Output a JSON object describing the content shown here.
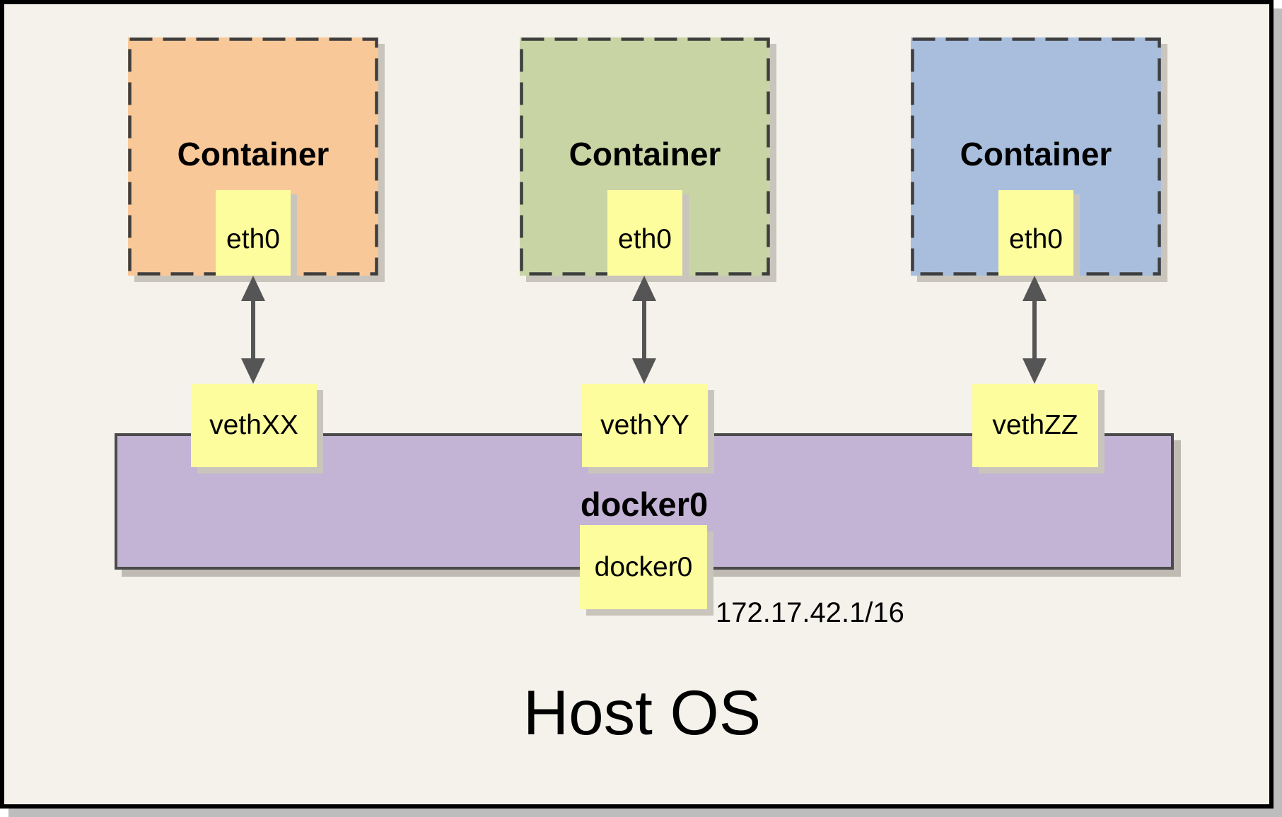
{
  "frame": {
    "background": "#F4F2EB",
    "border_color": "#000000",
    "shadow_color": "#BDBDBD"
  },
  "host": {
    "label": "Host OS"
  },
  "bridge": {
    "label": "docker0",
    "fill": "#C3B3D5",
    "border_color": "#4B4B4B",
    "interface": {
      "label": "docker0",
      "ip": "172.17.42.1/16"
    }
  },
  "containers": [
    {
      "label": "Container",
      "fill": "#F8C899",
      "interface": {
        "label": "eth0"
      },
      "veth": {
        "label": "vethXX"
      }
    },
    {
      "label": "Container",
      "fill": "#C9D4A4",
      "interface": {
        "label": "eth0"
      },
      "veth": {
        "label": "vethYY"
      }
    },
    {
      "label": "Container",
      "fill": "#A9BEDC",
      "interface": {
        "label": "eth0"
      },
      "veth": {
        "label": "vethZZ"
      }
    }
  ],
  "colors": {
    "note_fill": "#FDFD9E",
    "dash_border": "#3E3E3E",
    "arrow": "#555555"
  }
}
